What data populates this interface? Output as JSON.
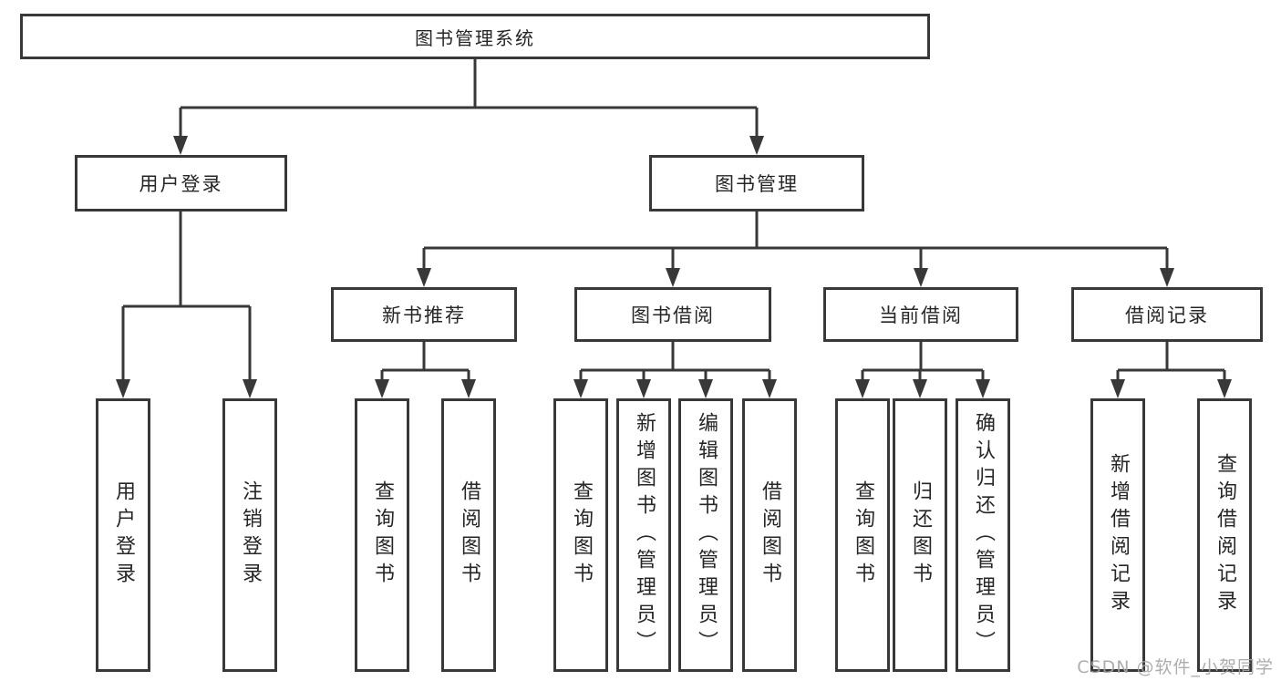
{
  "title": {
    "root": "图书管理系统"
  },
  "nodes": {
    "user_login": "用户登录",
    "book_management": "图书管理",
    "new_book_recommend": "新书推荐",
    "book_borrow": "图书借阅",
    "current_borrow": "当前借阅",
    "borrow_records": "借阅记录"
  },
  "leaves": {
    "user_login_leaf": "用户登录",
    "logout": "注销登录",
    "nb_query_books": "查询图书",
    "nb_borrow_books": "借阅图书",
    "bb_query_books": "查询图书",
    "bb_add_books_admin": "新增图书（管理员）",
    "bb_edit_books_admin": "编辑图书（管理员）",
    "bb_borrow_books": "借阅图书",
    "cb_query_books": "查询图书",
    "cb_return_books": "归还图书",
    "cb_confirm_return_admin": "确认归还（管理员）",
    "br_add_record": "新增借阅记录",
    "br_query_record": "查询借阅记录"
  },
  "watermark": "CSDN @软件_小贺同学",
  "colors": {
    "line": "#383838",
    "text": "#262626",
    "watermark": "#a4a4a4",
    "background": "#ffffff"
  }
}
